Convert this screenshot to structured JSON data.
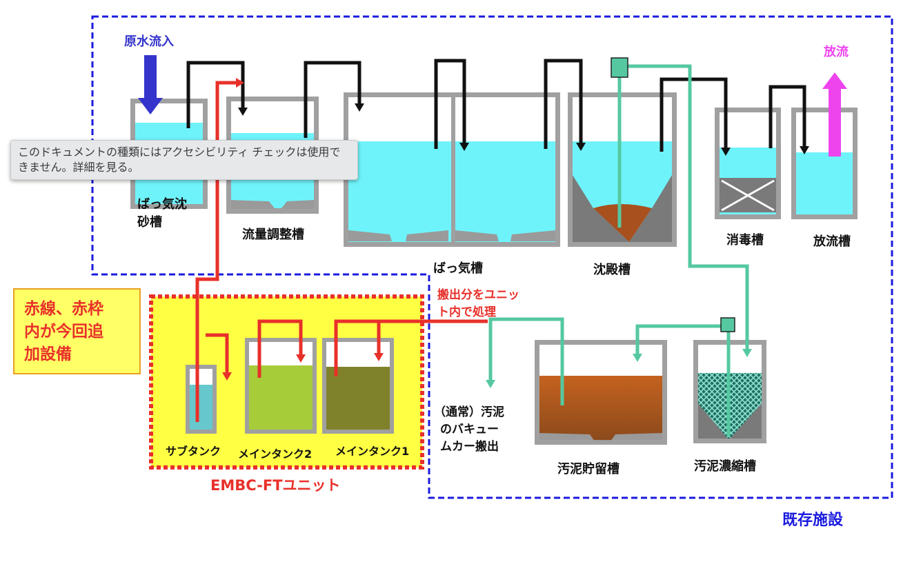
{
  "tooltip": {
    "text": "このドキュメントの種類にはアクセシビリティ チェックは使用できません。詳細を見る。"
  },
  "labels": {
    "inflow": "原水流入",
    "discharge": "放流",
    "grit_tank_line1": "ばっ気沈",
    "grit_tank_line2": "砂槽",
    "flow_adjust": "流量調整槽",
    "aeration": "ばっ気槽",
    "sedimentation": "沈殿槽",
    "disinfection": "消毒槽",
    "discharge_tank": "放流槽",
    "sub_tank": "サブタンク",
    "main_tank_2": "メインタンク2",
    "main_tank_1": "メインタンク1",
    "unit_name": "EMBC-FTユニット",
    "unit_process_line1": "搬出分をユニッ",
    "unit_process_line2": "ト内で処理",
    "sludge_usual_line1": "（通常）汚泥",
    "sludge_usual_line2": "のバキュー",
    "sludge_usual_line3": "ムカー搬出",
    "sludge_storage": "汚泥貯留槽",
    "sludge_thickener": "汚泥濃縮槽",
    "existing_facility": "既存施設"
  },
  "note": {
    "text": "赤線、赤枠\n内が今回追\n加設備"
  },
  "colors": {
    "existing_border": "#1a1adf",
    "unit_border": "#e8302a",
    "unit_fill": "#ffff44",
    "water": "#6ff3fb",
    "sludge_pipe": "#55c8a0",
    "new_pipe": "#e8302a",
    "main_tank_2": "#a6cc3a",
    "main_tank_1": "#7f822a",
    "sub_tank": "#66c8cc",
    "sludge": "#a8501e",
    "discharge_arrow": "#ee44ee",
    "inflow_arrow": "#3434cc"
  }
}
